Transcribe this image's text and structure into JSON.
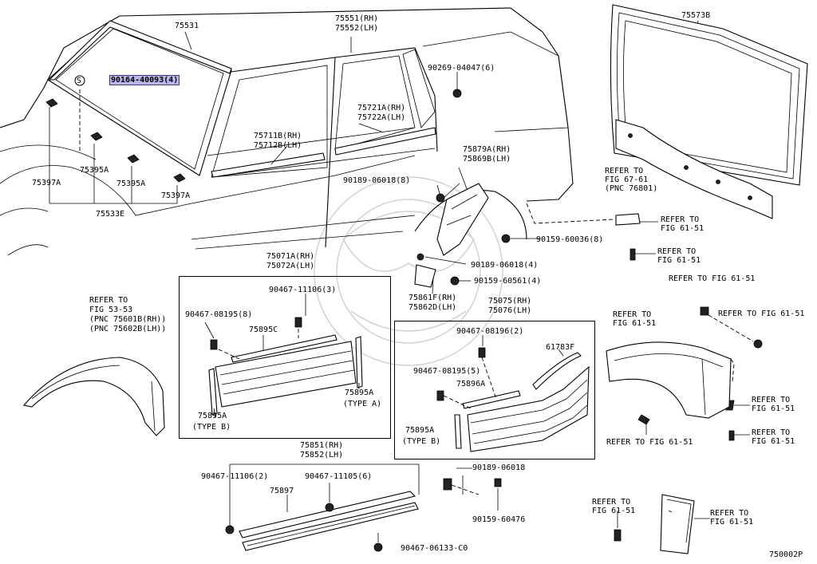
{
  "diagram": {
    "code": "750002P",
    "circle_marker": "S",
    "highlighted_part": "90164-40093(4)",
    "labels": {
      "p75531": "75531",
      "p75551": "75551(RH)",
      "p75552": "75552(LH)",
      "p90269": "90269-04047(6)",
      "p75573b": "75573B",
      "p75721a": "75721A(RH)",
      "p75722a": "75722A(LH)",
      "p75711b": "75711B(RH)",
      "p75712b": "75712B(LH)",
      "p75879a": "75879A(RH)",
      "p75869b": "75869B(LH)",
      "p90189a": "90189-06018(8)",
      "p75397a_l": "75397A",
      "p75395a_1": "75395A",
      "p75395a_2": "75395A",
      "p75397a_r": "75397A",
      "p75533e": "75533E",
      "ref6761_a": "REFER TO",
      "ref6761_b": "FIG 67-61",
      "ref6761_c": "(PNC 76801)",
      "ref6151_1a": "REFER TO",
      "ref6151_1b": "FIG 61-51",
      "p90159a": "90159-60036(8)",
      "ref6151_2a": "REFER TO",
      "ref6151_2b": "FIG 61-51",
      "p75071a": "75071A(RH)",
      "p75072a": "75072A(LH)",
      "p90189b": "90189-06018(4)",
      "p90159b": "90159-60561(4)",
      "p75861f": "75861F(RH)",
      "p75862d": "75862D(LH)",
      "ref6151_top": "REFER TO FIG 61-51",
      "ref6151_3": "REFER TO FIG 61-51",
      "ref5353_a": "REFER TO",
      "ref5353_b": "FIG 53-53",
      "ref5353_c": "(PNC 75601B(RH))",
      "ref5353_d": "(PNC 75602B(LH))",
      "p90467_11106_3": "90467-11106(3)",
      "p90467_08195_8": "90467-08195(8)",
      "p75895c": "75895C",
      "p75895a_1": "75895A",
      "type_a": "(TYPE A)",
      "p75895a_2": "75895A",
      "type_b_1": "(TYPE B)",
      "p75075": "75075(RH)",
      "p75076": "75076(LH)",
      "p90467_08196_2": "90467-08196(2)",
      "p61783f": "61783F",
      "p90467_08195_5": "90467-08195(5)",
      "p75896a": "75896A",
      "p75895a_3": "75895A",
      "type_b_2": "(TYPE B)",
      "ref6151_4a": "REFER TO",
      "ref6151_4b": "FIG 61-51",
      "ref6151_5a": "REFER TO",
      "ref6151_5b": "FIG 61-51",
      "ref6151_6a": "REFER TO",
      "ref6151_6b": "FIG 61-51",
      "ref6151_7": "REFER TO FIG 61-51",
      "p75851": "75851(RH)",
      "p75852": "75852(LH)",
      "p90189c": "90189-06018",
      "p90467_11106_2": "90467-11106(2)",
      "p90467_11105_6": "90467-11105(6)",
      "p75897": "75897",
      "p90159c": "90159-60476",
      "ref6151_8a": "REFER TO",
      "ref6151_8b": "FIG 61-51",
      "ref6151_9a": "REFER TO",
      "ref6151_9b": "FIG 61-51",
      "p90467_06133": "90467-06133-C0"
    }
  }
}
